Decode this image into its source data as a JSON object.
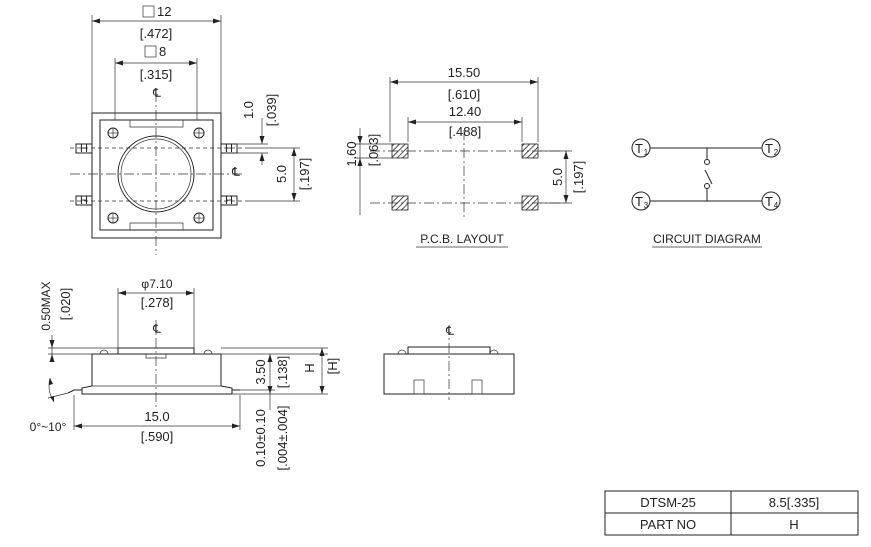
{
  "top_view": {
    "outer_size": "12",
    "outer_size_inch": "[.472]",
    "inner_size": "8",
    "inner_size_inch": "[.315]",
    "centerline_symbol": "℄",
    "terminal_gap": "1.0",
    "terminal_gap_inch": "[.039]",
    "pin_pitch": "5.0",
    "pin_pitch_inch": "[.197]",
    "terminal_label": "H"
  },
  "pcb_layout": {
    "outer_width": "15.50",
    "outer_width_inch": "[.610]",
    "inner_width": "12.40",
    "inner_width_inch": "[.488]",
    "pad_size": "1.60",
    "pad_size_inch": "[.063]",
    "pitch": "5.0",
    "pitch_inch": "[.197]",
    "title": "P.C.B. LAYOUT"
  },
  "circuit": {
    "title": "CIRCUIT DIAGRAM",
    "terminals": [
      {
        "letter": "T",
        "index": "1"
      },
      {
        "letter": "T",
        "index": "2"
      },
      {
        "letter": "T",
        "index": "3"
      },
      {
        "letter": "T",
        "index": "4"
      }
    ]
  },
  "side_view": {
    "diameter": "φ7.10",
    "diameter_inch": "[.278]",
    "max_dim": "0.50MAX",
    "max_dim_inch": "[.020]",
    "body_height": "3.50",
    "body_height_inch": "[.138]",
    "total_height_label": "H",
    "total_height_label_inch": "[H]",
    "lead_thickness": "0.10±0.10",
    "lead_thickness_inch": "[.004±.004]",
    "angle": "0°~10°",
    "length": "15.0",
    "length_inch": "[.590]"
  },
  "table": {
    "rows": [
      {
        "col1": "DTSM-25",
        "col2": "8.5[.335]"
      },
      {
        "col1": "PART NO",
        "col2": "H"
      }
    ]
  }
}
